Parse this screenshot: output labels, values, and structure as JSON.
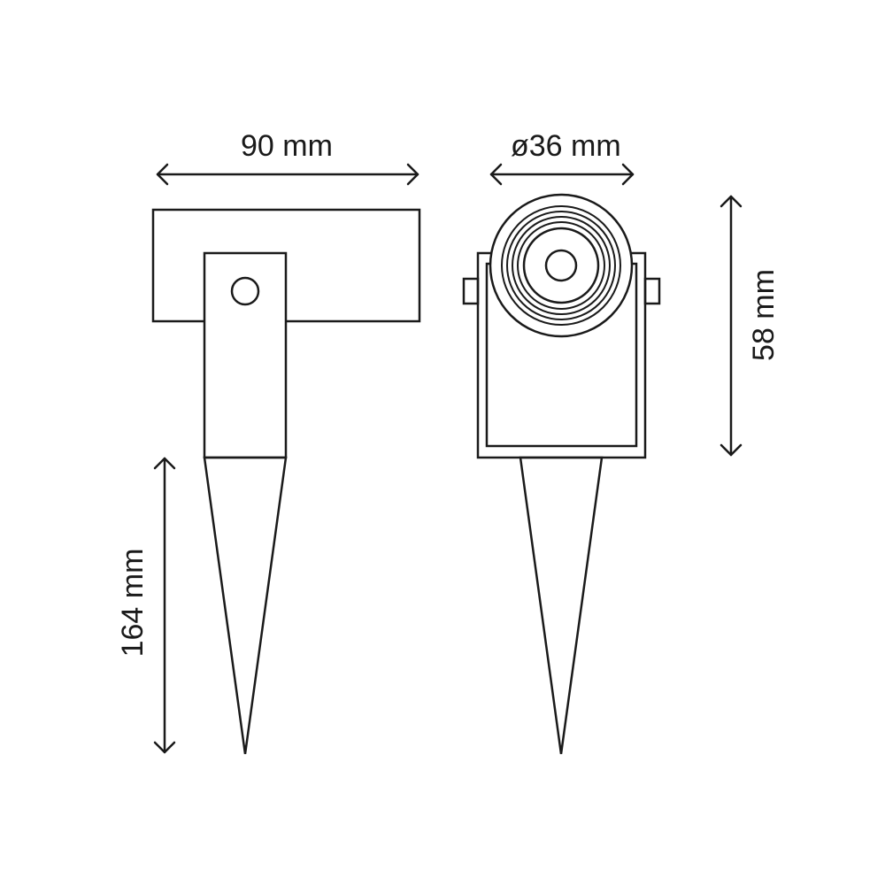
{
  "dimensions": {
    "width_label": "90 mm",
    "diameter_label": "ø36 mm",
    "height_label": "58 mm",
    "spike_label": "164 mm"
  },
  "colors": {
    "line": "#1a1a1a",
    "background": "#ffffff"
  }
}
